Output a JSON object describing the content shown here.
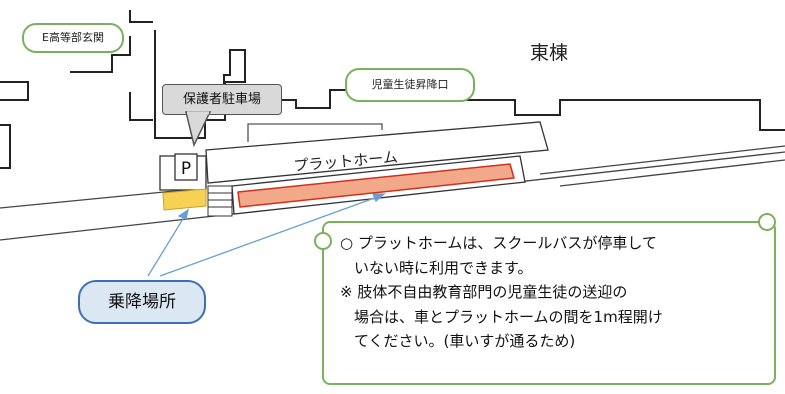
{
  "map": {
    "labels": {
      "east_building": "東棟",
      "platform": "プラットホーム",
      "parking_symbol": "P"
    },
    "pills": {
      "e_entrance": "E高等部玄関",
      "student_entrance": "児童生徒昇降口"
    },
    "callout": "保護者駐車場",
    "pickup_label": "乗降場所",
    "note": {
      "line1": "○ プラットホームは、スクールバスが停車して",
      "line2": "いない時に利用できます。",
      "line3": "※ 肢体不自由教育部門の児童生徒の送迎の",
      "line4": "場合は、車とプラットホームの間を1m程開け",
      "line5": "てください。(車いすが通るため)"
    },
    "colors": {
      "pill_border": "#79b25a",
      "pickup_zone": "#f7d154",
      "platform_bus_zone": "#f2a98a",
      "pickup_badge_fill": "#dbe7f3",
      "arrow": "#6a9fd4"
    }
  }
}
